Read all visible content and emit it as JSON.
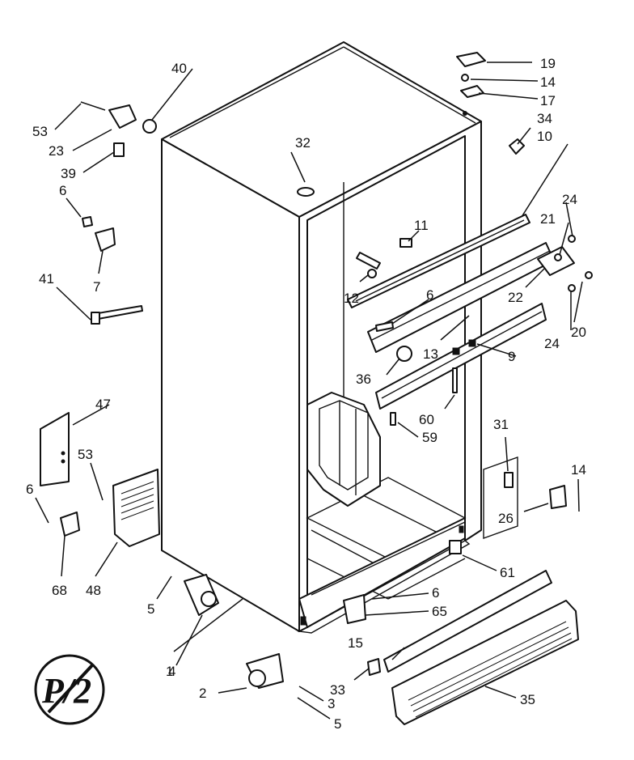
{
  "diagram": {
    "parts": [
      {
        "id": "p1",
        "label": "1"
      },
      {
        "id": "p2",
        "label": "2"
      },
      {
        "id": "p3",
        "label": "3"
      },
      {
        "id": "p4",
        "label": "4"
      },
      {
        "id": "p5a",
        "label": "5"
      },
      {
        "id": "p5b",
        "label": "5"
      },
      {
        "id": "p6a",
        "label": "6"
      },
      {
        "id": "p6b",
        "label": "6"
      },
      {
        "id": "p6c",
        "label": "6"
      },
      {
        "id": "p6d",
        "label": "6"
      },
      {
        "id": "p7",
        "label": "7"
      },
      {
        "id": "p9",
        "label": "9"
      },
      {
        "id": "p10",
        "label": "10"
      },
      {
        "id": "p11",
        "label": "11"
      },
      {
        "id": "p12",
        "label": "12"
      },
      {
        "id": "p13",
        "label": "13"
      },
      {
        "id": "p14a",
        "label": "14"
      },
      {
        "id": "p14b",
        "label": "14"
      },
      {
        "id": "p15",
        "label": "15"
      },
      {
        "id": "p17",
        "label": "17"
      },
      {
        "id": "p19",
        "label": "19"
      },
      {
        "id": "p20",
        "label": "20"
      },
      {
        "id": "p21",
        "label": "21"
      },
      {
        "id": "p22",
        "label": "22"
      },
      {
        "id": "p23",
        "label": "23"
      },
      {
        "id": "p24a",
        "label": "24"
      },
      {
        "id": "p24b",
        "label": "24"
      },
      {
        "id": "p26",
        "label": "26"
      },
      {
        "id": "p31",
        "label": "31"
      },
      {
        "id": "p32",
        "label": "32"
      },
      {
        "id": "p33",
        "label": "33"
      },
      {
        "id": "p34",
        "label": "34"
      },
      {
        "id": "p35",
        "label": "35"
      },
      {
        "id": "p36",
        "label": "36"
      },
      {
        "id": "p39",
        "label": "39"
      },
      {
        "id": "p40",
        "label": "40"
      },
      {
        "id": "p41",
        "label": "41"
      },
      {
        "id": "p47",
        "label": "47"
      },
      {
        "id": "p48",
        "label": "48"
      },
      {
        "id": "p53a",
        "label": "53"
      },
      {
        "id": "p53b",
        "label": "53"
      },
      {
        "id": "p59",
        "label": "59"
      },
      {
        "id": "p60",
        "label": "60"
      },
      {
        "id": "p61",
        "label": "61"
      },
      {
        "id": "p65",
        "label": "65"
      },
      {
        "id": "p68",
        "label": "68"
      }
    ],
    "logo": {
      "text": "P/2",
      "icon": "no-symbol-icon"
    },
    "colors": {
      "ink": "#111111",
      "paper": "#ffffff"
    }
  }
}
